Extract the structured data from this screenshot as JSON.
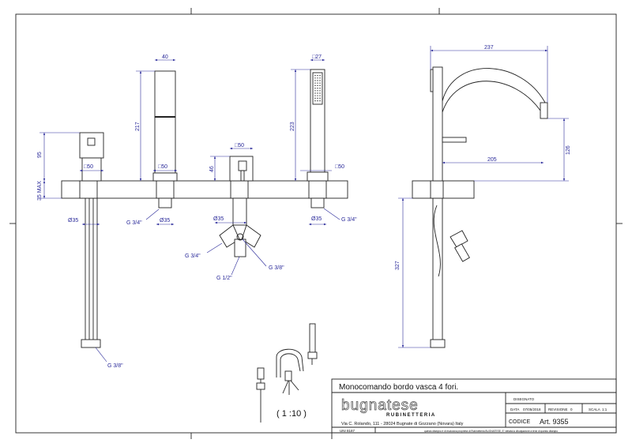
{
  "drawing": {
    "dimensions": {
      "mixer_height": "95",
      "deck_thickness": "35 MAX",
      "mixer_base": "□50",
      "mixer_hole": "Ø35",
      "mixer_thread": "G 3/8\"",
      "spout_width": "40",
      "spout_height": "217",
      "spout_base": "□50",
      "spout_hole": "Ø35",
      "spout_thread": "G 3/4\"",
      "diverter_base": "□50",
      "diverter_height": "46",
      "diverter_hole": "Ø35",
      "diverter_thread_left": "G 3/4\"",
      "diverter_thread_right": "G 3/8\"",
      "diverter_thread_bottom": "G 1/2\"",
      "shower_width": "□27",
      "shower_height": "223",
      "shower_base": "□50",
      "shower_hole": "Ø35",
      "shower_thread": "G 3/4\"",
      "side_reach": "237",
      "side_spout_reach": "205",
      "side_spout_height": "126",
      "side_below_deck": "327"
    },
    "scale_label": "( 1 :10 )"
  },
  "title_block": {
    "title": "Monocomando bordo vasca 4 fori.",
    "brand": "bugnatese",
    "brand_sub": "RUBINETTERIA",
    "address": "Via C. Rolando, 111 - 28024 Bugnate di Gozzano (Novara) Italy",
    "drawn_label": "DISEGNATO",
    "date_label": "DATA",
    "date_value": "07/05/2018",
    "revision_label": "REVISIONE",
    "revision_value": "0",
    "scale_label": "SCALA",
    "scale_value": "1:1",
    "code_label": "CODICE",
    "code_value": "Art. 9355",
    "standard": "UNI 8187",
    "notice": "questo disegno è di esclusiva proprietà di Rubinetteria BUGNATESE, E' vietata la divulgazione a terzi di questo disegno"
  }
}
